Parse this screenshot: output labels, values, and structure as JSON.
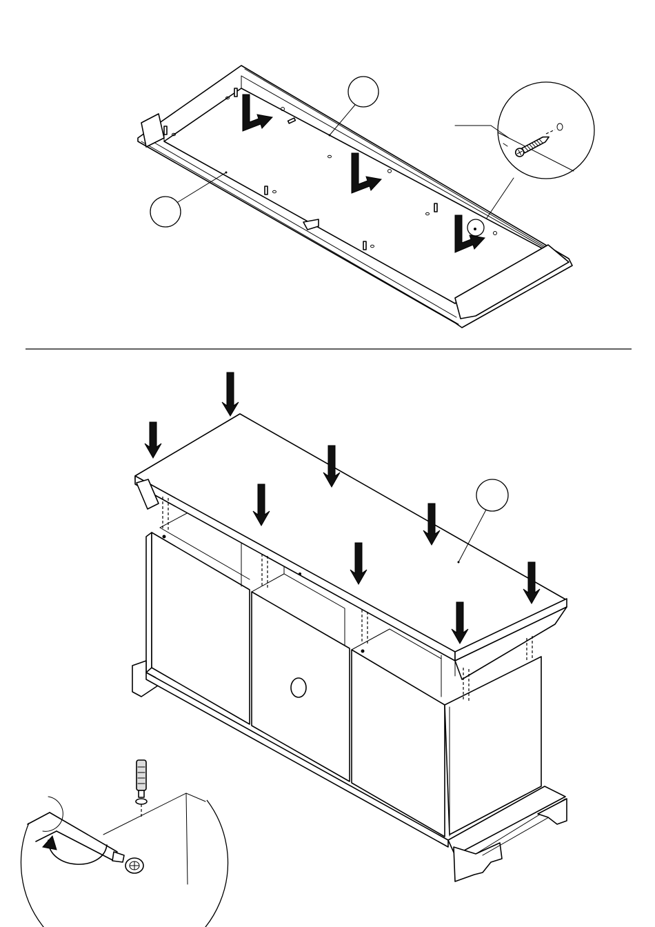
{
  "diagram": {
    "steps": [
      {
        "id": "step-1",
        "description_parts": [
          "base-frame",
          "panel-callout-a",
          "panel-callout-b",
          "screw-detail"
        ],
        "arrows": 3
      },
      {
        "id": "step-2",
        "description_parts": [
          "top-panel",
          "cabinet-body",
          "top-panel-callout",
          "cam-lock-detail"
        ],
        "arrows": 9
      }
    ],
    "divider": true
  }
}
